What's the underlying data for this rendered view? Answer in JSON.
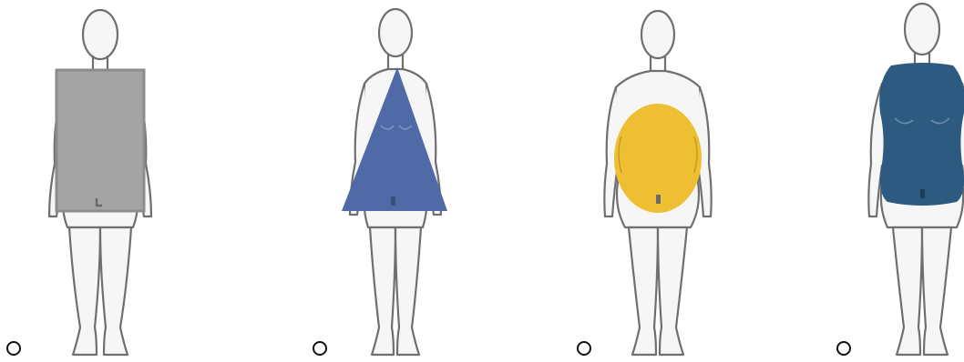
{
  "options": [
    {
      "id": "rectangle",
      "selected": false,
      "shape_icon": "rectangle-icon",
      "shape_color": "#a4a4a4"
    },
    {
      "id": "triangle",
      "selected": false,
      "shape_icon": "triangle-icon",
      "shape_color": "#4f6aa6"
    },
    {
      "id": "round",
      "selected": false,
      "shape_icon": "circle-icon",
      "shape_color": "#eebf33"
    },
    {
      "id": "hourglass-full",
      "selected": false,
      "shape_icon": "rounded-body-icon",
      "shape_color": "#2c5a80"
    }
  ],
  "figure_outline_color": "#6f6f6f",
  "figure_fill_color": "#f6f6f6"
}
